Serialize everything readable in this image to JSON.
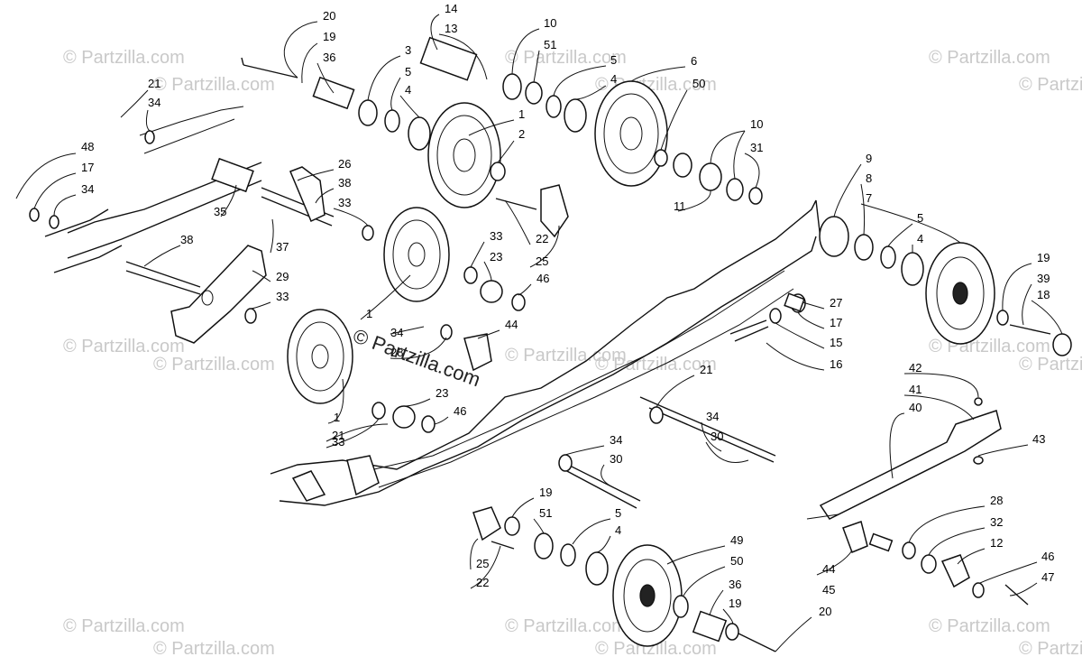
{
  "watermark": "© Partzilla.com",
  "callouts": [
    "20",
    "19",
    "36",
    "14",
    "13",
    "10",
    "51",
    "3",
    "5",
    "4",
    "5",
    "4",
    "6",
    "50",
    "1",
    "2",
    "10",
    "31",
    "11",
    "21",
    "34",
    "48",
    "17",
    "34",
    "26",
    "38",
    "33",
    "35",
    "37",
    "38",
    "29",
    "33",
    "1",
    "33",
    "23",
    "46",
    "9",
    "8",
    "7",
    "5",
    "4",
    "19",
    "39",
    "18",
    "27",
    "17",
    "15",
    "16",
    "22",
    "25",
    "44",
    "34",
    "28",
    "23",
    "46",
    "1",
    "33",
    "21",
    "21",
    "34",
    "30",
    "42",
    "41",
    "40",
    "43",
    "34",
    "30",
    "19",
    "51",
    "5",
    "4",
    "49",
    "50",
    "36",
    "19",
    "20",
    "25",
    "22",
    "28",
    "32",
    "12",
    "46",
    "47",
    "44",
    "45"
  ]
}
